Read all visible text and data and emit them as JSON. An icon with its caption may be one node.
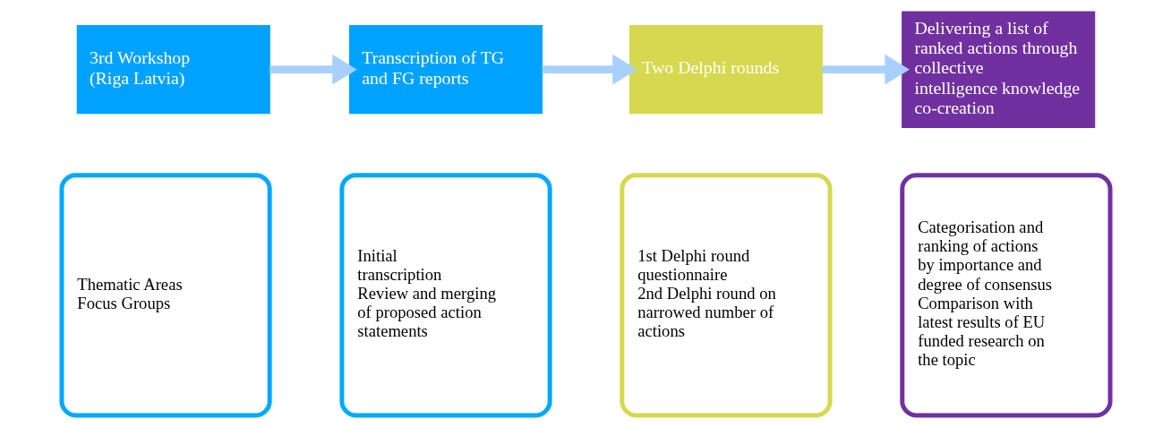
{
  "diagram": {
    "nodes": [
      {
        "text": [
          "3rd Workshop",
          "(Riga Latvia)"
        ]
      },
      {
        "text": [
          "Transcription of TG and FG reports"
        ]
      },
      {
        "text": [
          "Two Delphi rounds"
        ]
      },
      {
        "text": [
          "Delivering a list of ranked actions through collective intelligence knowledge co-creation"
        ]
      },
      {
        "text": [
          "Thematic Areas",
          "Focus Groups"
        ]
      },
      {
        "text": [
          "Initial transcription",
          "Review and merging of proposed action statements"
        ]
      },
      {
        "text": [
          "1st Delphi round questionnaire",
          "2nd Delphi round on narrowed number of actions"
        ]
      },
      {
        "text": [
          "Categorisation and ranking of actions by importance and degree of consensus",
          "Comparison with latest results of EU funded research on the topic"
        ]
      }
    ],
    "edges": [
      {
        "from": 0,
        "to": 1,
        "arrow": "to"
      },
      {
        "from": 1,
        "to": 2,
        "arrow": "to"
      },
      {
        "from": 2,
        "to": 3,
        "arrow": "to"
      }
    ]
  }
}
